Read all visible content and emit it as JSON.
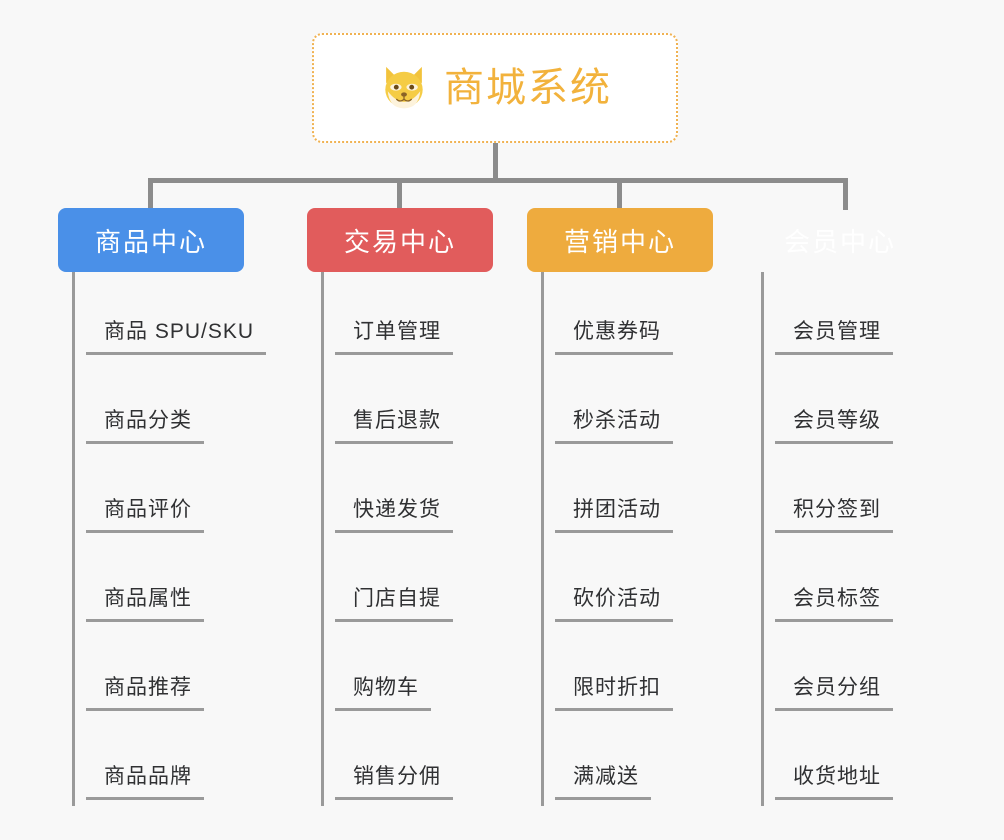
{
  "background_color": "#f8f8f8",
  "root": {
    "title": "商城系统",
    "icon": "shiba-dog-icon",
    "text_color": "#f2b23c",
    "border_color": "#f0b252",
    "background_color": "#ffffff"
  },
  "connector_color": "#8c8c8c",
  "branches": [
    {
      "label": "商品中心",
      "color": "#4a90e8",
      "items": [
        "商品 SPU/SKU",
        "商品分类",
        "商品评价",
        "商品属性",
        "商品推荐",
        "商品品牌"
      ]
    },
    {
      "label": "交易中心",
      "color": "#e15c5c",
      "items": [
        "订单管理",
        "售后退款",
        "快递发货",
        "门店自提",
        "购物车",
        "销售分佣"
      ]
    },
    {
      "label": "营销中心",
      "color": "#eeab3e",
      "items": [
        "优惠券码",
        "秒杀活动",
        "拼团活动",
        "砍价活动",
        "限时折扣",
        "满减送"
      ]
    },
    {
      "label": "会员中心",
      "color": "#78c royalty",
      "items": [
        "会员管理",
        "会员等级",
        "积分签到",
        "会员标签",
        "会员分组",
        "收货地址"
      ]
    }
  ]
}
